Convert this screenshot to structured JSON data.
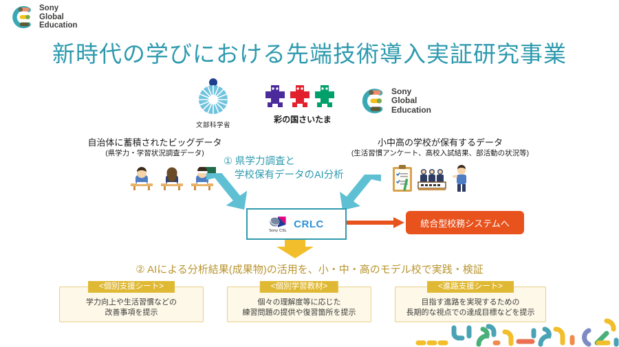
{
  "brand": {
    "name": "Sony\nGlobal\nEducation",
    "mark": "sony-global-education-logo"
  },
  "title": "新時代の学びにおける先端技術導入実証研究事業",
  "logos": {
    "mext": {
      "caption": "文部科学省",
      "mark": "mext-emblem"
    },
    "saitama": {
      "caption": "彩の国さいたま",
      "mark": "saitama-mascots"
    },
    "sge": {
      "name": "Sony\nGlobal\nEducation",
      "mark": "sony-global-education-logo"
    }
  },
  "left_source": {
    "main": "自治体に蓄積されたビッグデータ",
    "sub": "(県学力・学習状況調査データ)"
  },
  "right_source": {
    "main": "小中高の学校が保有するデータ",
    "sub": "(生活習慣アンケート、高校入試結果、部活動の状況等)"
  },
  "step1": {
    "line1": "① 県学力調査と",
    "line2": "学校保有データのAI分析"
  },
  "analysis_box": {
    "sony_csl_label": "Sony CSL",
    "crlc_label": "CRLC"
  },
  "school_system_button": "統合型校務システムへ",
  "step2": "② AIによる分析結果(成果物)の活用を、小・中・高のモデル校で実践・検証",
  "cards": [
    {
      "header": "<個別支援シート>",
      "body": "学力向上や生活習慣などの\n改善事項を提示"
    },
    {
      "header": "<個別学習教材>",
      "body": "個々の理解度等に応じた\n練習問題の提供や復習箇所を提示"
    },
    {
      "header": "<進路支援シート>",
      "body": "目指す進路を実現するための\n長期的な視点での達成目標などを提示"
    }
  ],
  "colors": {
    "teal": "#2e9aae",
    "orange": "#e8521d",
    "gold": "#e0b934",
    "gold_text": "#b8952f",
    "card_bg": "#fdf8e8",
    "crlc_blue": "#2d8fd5"
  }
}
